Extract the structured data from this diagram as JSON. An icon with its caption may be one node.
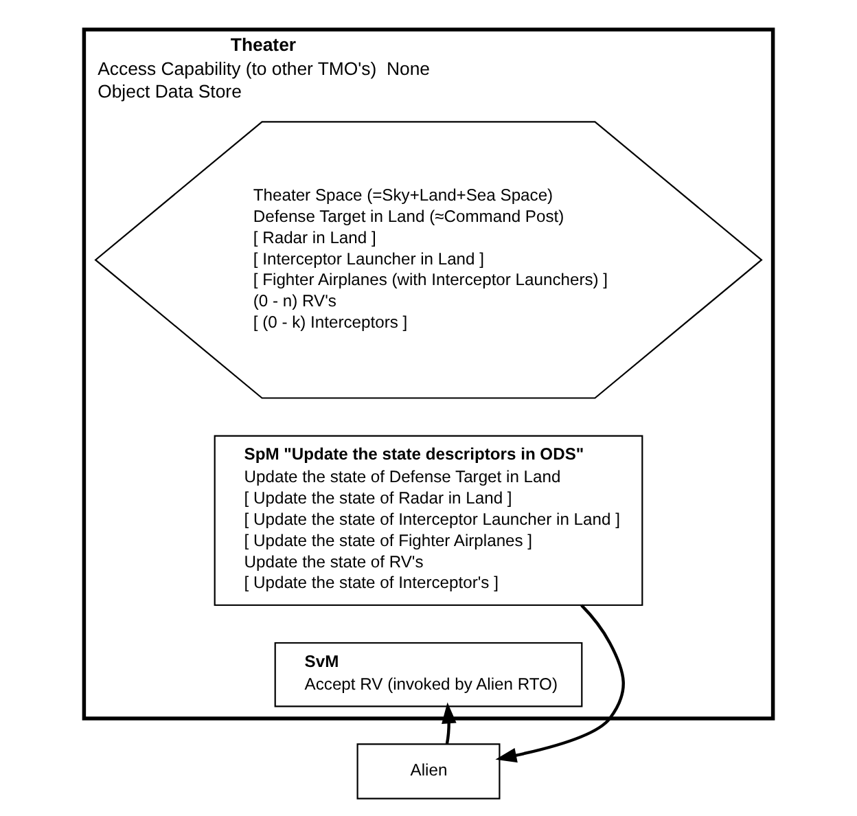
{
  "diagram": {
    "nodes": [
      {
        "text": [
          "Theater",
          "Access Capability (to other TMO's)  None",
          "Object Data Store"
        ]
      },
      {
        "text": [
          "Theater Space (=Sky+Land+Sea Space)",
          "Defense Target in Land (≈Command Post)",
          "[ Radar in Land ]",
          "[ Interceptor Launcher in Land ]",
          "[ Fighter Airplanes (with Interceptor Launchers) ]",
          "(0 - n) RV's",
          "[ (0 - k) Interceptors ]"
        ],
        "in": 0
      },
      {
        "text": [
          "SpM \"Update the state descriptors in ODS\"",
          "Update the state of Defense Target in Land",
          "[ Update the state of Radar in Land ]",
          "[ Update the state of Interceptor Launcher in Land ]",
          "[ Update the state of Fighter Airplanes ]",
          "Update the state of RV's",
          "[ Update the state of Interceptor's ]"
        ],
        "in": 0
      },
      {
        "text": [
          "SvM",
          "Accept RV (invoked by Alien RTO)"
        ],
        "in": 0
      },
      {
        "text": [
          "Alien"
        ]
      }
    ],
    "edges": [
      {
        "from": 4,
        "to": 3,
        "arrow": "to"
      },
      {
        "from": 2,
        "to": 4,
        "arrow": "to"
      }
    ]
  }
}
